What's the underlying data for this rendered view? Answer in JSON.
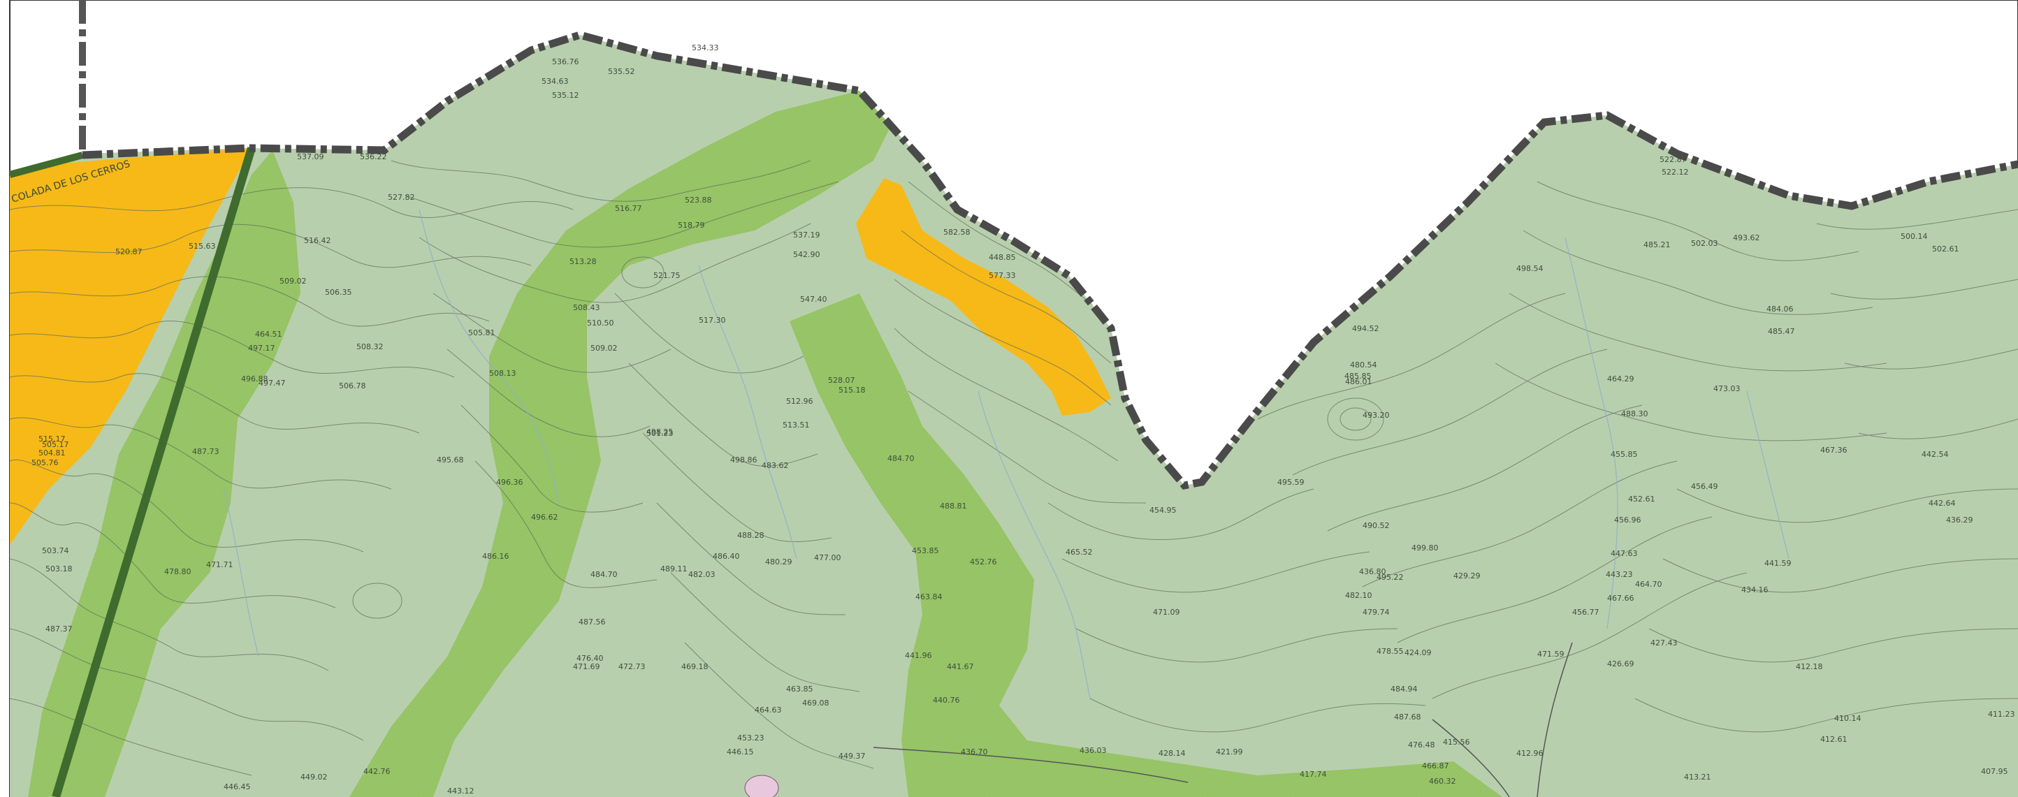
{
  "map": {
    "road_label": "COLADA DE LOS CERROS",
    "colors": {
      "background": "#ffffff",
      "terrain": "#b8cfae",
      "green_zone": "#97c567",
      "orange_zone": "#f6b918",
      "contour": "#5e6a58",
      "stream": "#8fb2c6",
      "boundary": "#4a4a4a",
      "boundary_gap": "#e8ece4",
      "road": "#3f6b2e",
      "pink_feature": "#e8c8dc",
      "frame": "#333333"
    },
    "elevation_labels": [
      "534.33",
      "536.76",
      "535.52",
      "534.63",
      "535.12",
      "537.09",
      "536.22",
      "527.82",
      "523.88",
      "516.77",
      "518.79",
      "521.75",
      "513.28",
      "537.19",
      "542.90",
      "577.33",
      "582.58",
      "547.40",
      "517.30",
      "510.50",
      "508.43",
      "509.02",
      "505.81",
      "508.13",
      "506.35",
      "508.32",
      "506.78",
      "516.42",
      "509.02",
      "515.63",
      "520.87",
      "464.51",
      "497.17",
      "496.88",
      "497.47",
      "487.73",
      "515.17",
      "495.68",
      "496.36",
      "486.16",
      "486.40",
      "483.62",
      "496.62",
      "498.86",
      "513.51",
      "512.96",
      "528.07",
      "515.18",
      "484.70",
      "488.81",
      "453.85",
      "463.84",
      "441.96",
      "441.67",
      "440.76",
      "452.76",
      "465.52",
      "488.28",
      "480.29",
      "477.00",
      "482.03",
      "489.11",
      "484.70",
      "487.56",
      "476.40",
      "471.69",
      "472.73",
      "469.18",
      "463.85",
      "469.08",
      "464.63",
      "453.23",
      "446.15",
      "449.37",
      "436.70",
      "436.03",
      "428.14",
      "421.99",
      "417.74",
      "415.56",
      "412.96",
      "413.21",
      "424.09",
      "426.69",
      "429.29",
      "436.80",
      "454.95",
      "455.85",
      "452.61",
      "456.96",
      "447.63",
      "443.23",
      "441.59",
      "434.16",
      "427.43",
      "412.18",
      "410.14",
      "412.61",
      "411.23",
      "407.95",
      "493.62",
      "485.21",
      "484.06",
      "485.47",
      "502.03",
      "500.14",
      "502.61",
      "522.87",
      "522.12",
      "498.54",
      "494.52",
      "480.54",
      "485.85",
      "486.01",
      "464.29",
      "488.30",
      "473.03",
      "467.36",
      "456.49",
      "442.54",
      "442.64",
      "436.29",
      "493.20",
      "495.59",
      "490.52",
      "499.80",
      "495.22",
      "482.10",
      "479.74",
      "478.55",
      "484.94",
      "487.68",
      "476.48",
      "466.87",
      "460.32",
      "471.09",
      "471.59",
      "456.77",
      "467.66",
      "464.70",
      "501.23",
      "498.25",
      "505.17",
      "504.81",
      "505.76",
      "503.74",
      "503.18",
      "487.37",
      "478.80",
      "471.71",
      "449.02",
      "442.76",
      "446.45",
      "443.12",
      "448.85"
    ]
  }
}
